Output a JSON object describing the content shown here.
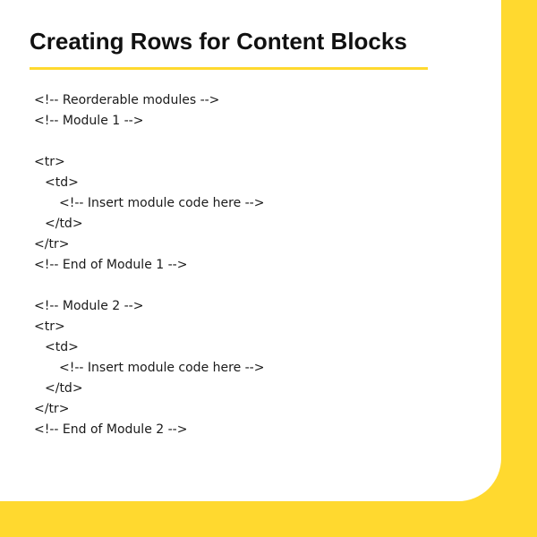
{
  "colors": {
    "accent": "#FFD92F",
    "card_background": "#FFFFFF",
    "text": "#111111"
  },
  "title": "Creating Rows for Content Blocks",
  "code_lines": [
    "<!-- Reorderable modules -->",
    "<!-- Module 1 -->",
    "",
    "<tr>",
    "<td>",
    "<!-- Insert module code here -->",
    "</td>",
    "</tr>",
    "<!-- End of Module 1 -->",
    "",
    "<!-- Module 2 -->",
    "<tr>",
    "<td>",
    "<!-- Insert module code here -->",
    "</td>",
    "</tr>",
    "<!-- End of Module 2 -->"
  ]
}
